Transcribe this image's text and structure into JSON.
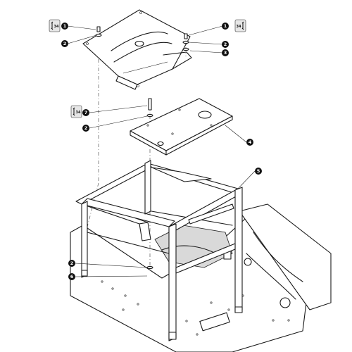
{
  "callouts": [
    {
      "id": "c1a",
      "label": "1"
    },
    {
      "id": "c2a",
      "label": "2"
    },
    {
      "id": "c1b",
      "label": "1"
    },
    {
      "id": "c2b",
      "label": "2"
    },
    {
      "id": "c3",
      "label": "3"
    },
    {
      "id": "c7",
      "label": "7"
    },
    {
      "id": "c2c",
      "label": "2"
    },
    {
      "id": "c4",
      "label": "4"
    },
    {
      "id": "c5",
      "label": "5"
    },
    {
      "id": "c2d",
      "label": "2"
    },
    {
      "id": "c6",
      "label": "6"
    }
  ],
  "torque_badges": [
    {
      "id": "ta",
      "label": "34"
    },
    {
      "id": "tb",
      "label": "34"
    },
    {
      "id": "tc",
      "label": "34"
    }
  ]
}
